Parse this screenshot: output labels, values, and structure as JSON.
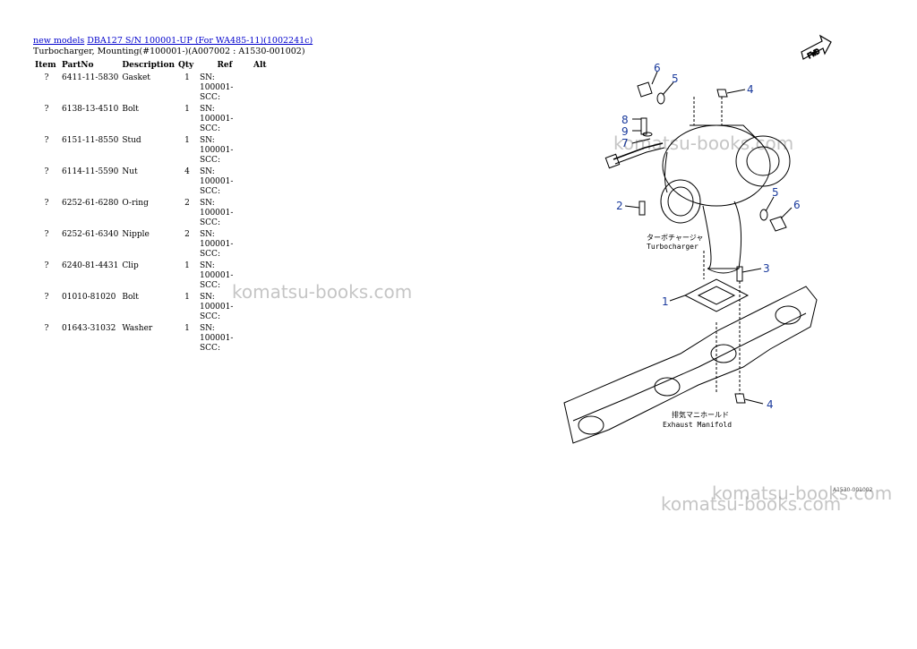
{
  "breadcrumb": {
    "link1": "new models",
    "link2": "DBA127 S/N 100001-UP (For WA485-11)(1002241c)"
  },
  "subtitle": "Turbocharger, Mounting(#100001-)(A007002 : A1530-001002)",
  "table": {
    "headers": [
      "Item",
      "PartNo",
      "Description",
      "Qty",
      "Ref",
      "Alt"
    ],
    "rows": [
      {
        "item": "?",
        "part": "6411-11-5830",
        "desc": "Gasket",
        "qty": "1",
        "ref": "SN: 100001-SCC:",
        "alt": ""
      },
      {
        "item": "?",
        "part": "6138-13-4510",
        "desc": "Bolt",
        "qty": "1",
        "ref": "SN: 100001-SCC:",
        "alt": ""
      },
      {
        "item": "?",
        "part": "6151-11-8550",
        "desc": "Stud",
        "qty": "1",
        "ref": "SN: 100001-SCC:",
        "alt": ""
      },
      {
        "item": "?",
        "part": "6114-11-5590",
        "desc": "Nut",
        "qty": "4",
        "ref": "SN: 100001-SCC:",
        "alt": ""
      },
      {
        "item": "?",
        "part": "6252-61-6280",
        "desc": "O-ring",
        "qty": "2",
        "ref": "SN: 100001-SCC:",
        "alt": ""
      },
      {
        "item": "?",
        "part": "6252-61-6340",
        "desc": "Nipple",
        "qty": "2",
        "ref": "SN: 100001-SCC:",
        "alt": ""
      },
      {
        "item": "?",
        "part": "6240-81-4431",
        "desc": "Clip",
        "qty": "1",
        "ref": "SN: 100001-SCC:",
        "alt": ""
      },
      {
        "item": "?",
        "part": "01010-81020",
        "desc": "Bolt",
        "qty": "1",
        "ref": "SN: 100001-SCC:",
        "alt": ""
      },
      {
        "item": "?",
        "part": "01643-31032",
        "desc": "Washer",
        "qty": "1",
        "ref": "SN: 100001-SCC:",
        "alt": ""
      }
    ]
  },
  "watermark": "komatsu-books.com",
  "diagram": {
    "fwd_label": "FWD",
    "turbo_jp": "ターボチャージャ",
    "turbo_en": "Turbocharger",
    "manifold_jp": "排気マニホールド",
    "manifold_en": "Exhaust Manifold",
    "callouts": [
      "6",
      "5",
      "4",
      "8",
      "9",
      "7",
      "2",
      "5",
      "6",
      "3",
      "1",
      "4"
    ],
    "page_ref": "A1530-001002"
  }
}
